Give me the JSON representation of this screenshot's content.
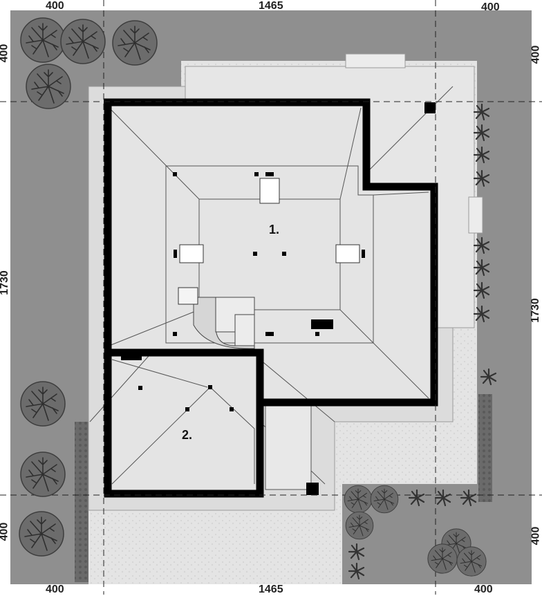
{
  "dimensions": {
    "top": [
      "400",
      "1465",
      "400"
    ],
    "bottom": [
      "400",
      "1465",
      "400"
    ],
    "left": [
      "400",
      "1730",
      "400"
    ],
    "right": [
      "400",
      "1730",
      "400"
    ]
  },
  "rooms": [
    {
      "label": "1."
    },
    {
      "label": "2."
    }
  ],
  "colors": {
    "lawn": "#8f8f8f",
    "paving": "#dedede",
    "roof": "#e2e2e2",
    "wall": "#000000",
    "tree": "#6f6f6f"
  }
}
